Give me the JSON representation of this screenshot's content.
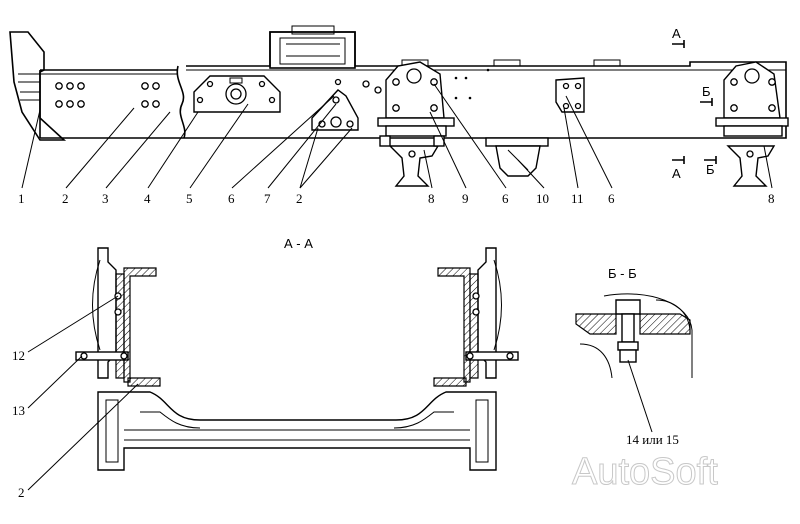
{
  "view_labels": {
    "section_aa": "А - А",
    "section_bb": "Б - Б",
    "cut_a_top": "А",
    "cut_a_bottom": "А",
    "cut_b_top": "Б",
    "cut_b_bottom": "Б"
  },
  "callouts_top": [
    "1",
    "2",
    "3",
    "4",
    "5",
    "6",
    "7",
    "2",
    "8",
    "9",
    "6",
    "10",
    "11",
    "6",
    "8"
  ],
  "callouts_aa": [
    "12",
    "13",
    "2"
  ],
  "callout_bb": "14 или 15",
  "watermark": "AutoSoft"
}
